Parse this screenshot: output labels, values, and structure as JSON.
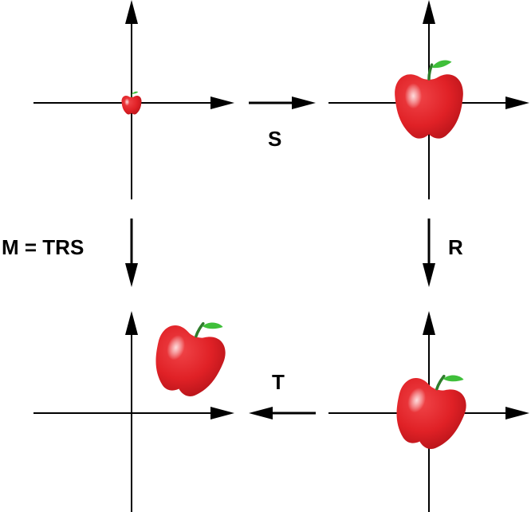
{
  "labels": {
    "scale": "S",
    "rotate": "R",
    "translate": "T",
    "composite": "M = TRS"
  },
  "colors": {
    "axis": "#000000",
    "apple_dark": "#c8171b",
    "apple_mid": "#e32a2e",
    "apple_highlight": "#f6b7b8",
    "leaf": "#3fbf3a",
    "stem": "#2f7d2c"
  },
  "icons": {
    "apple": "apple-icon",
    "arrow": "arrow-icon"
  }
}
